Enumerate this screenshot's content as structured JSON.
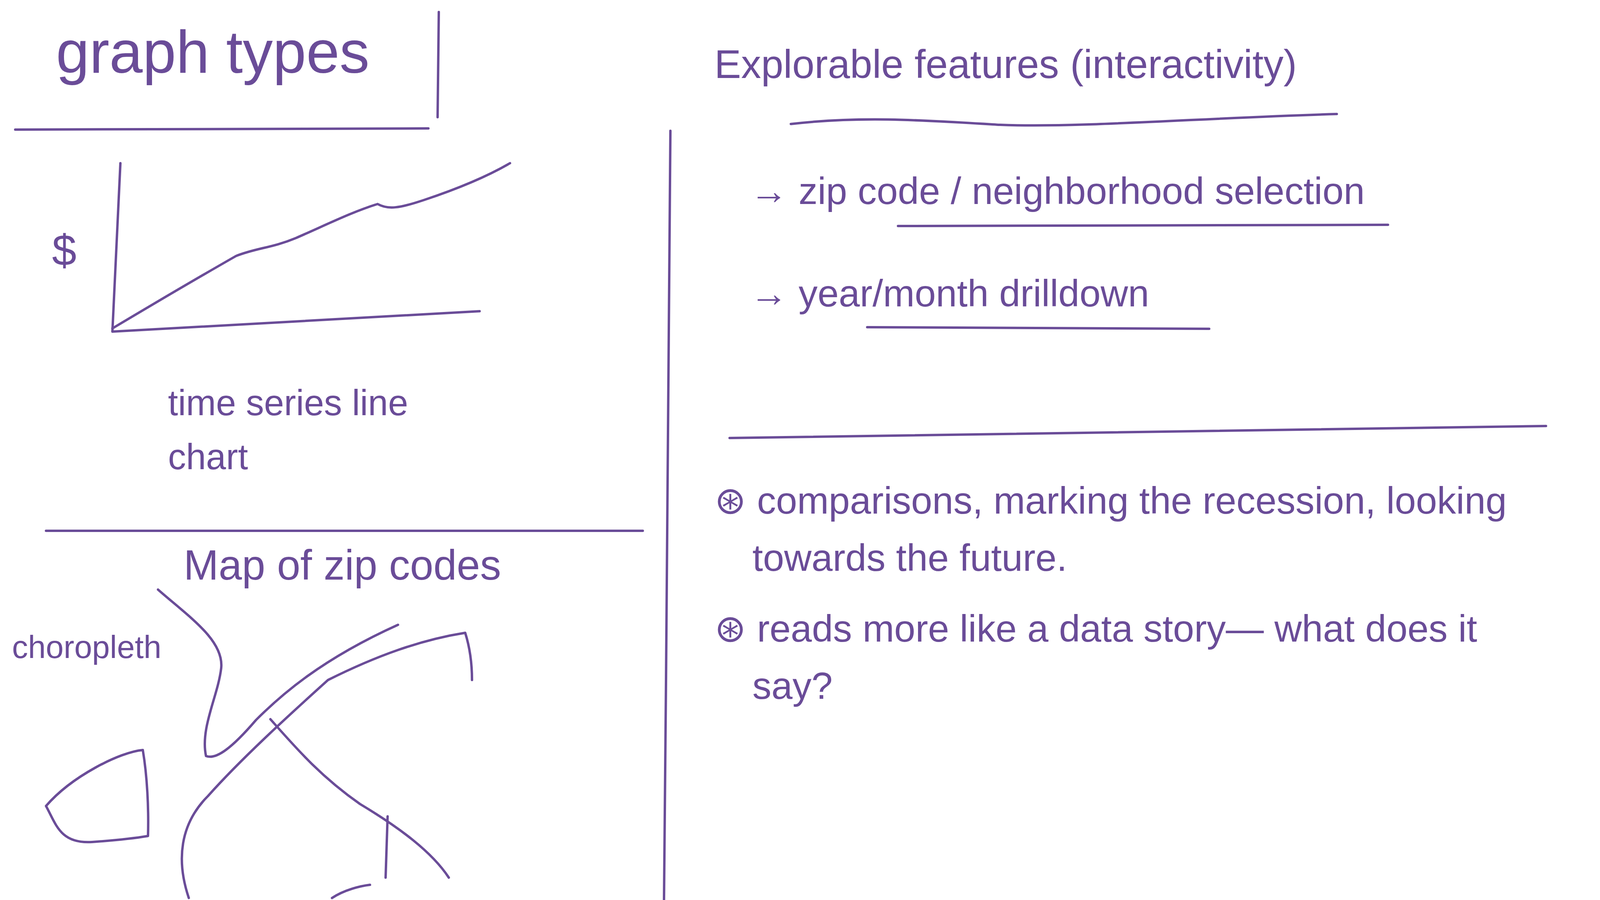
{
  "diagram": {
    "labels": [
      "graph types",
      "$",
      "time series line chart",
      "Map of zip codes",
      "choropleth",
      "Explorable features (interactivity)",
      "→ zip code / neighborhood selection",
      "→ year/month drilldown",
      "⊛ comparisons, marking the recession, looking towards the future.",
      "⊛ reads more like a data story— what does it say?"
    ]
  }
}
